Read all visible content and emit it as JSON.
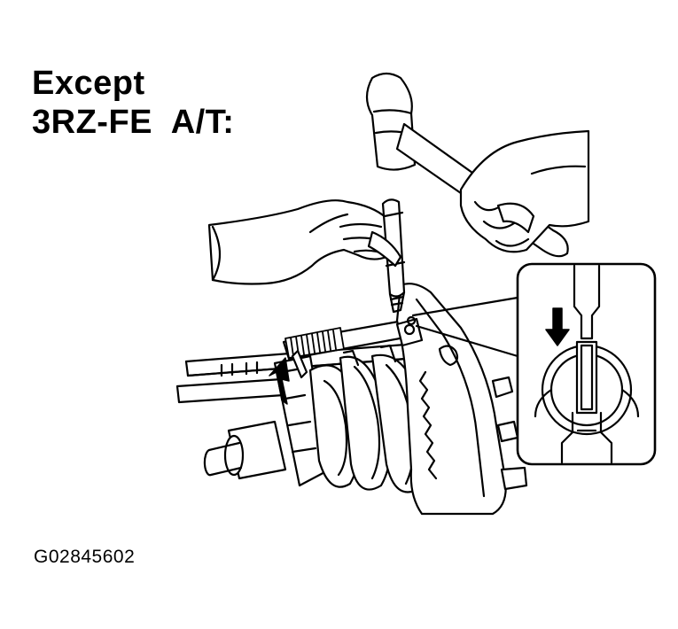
{
  "heading": {
    "line1": "Except",
    "line2": "3RZ-FE  A/T:"
  },
  "figure_id": "G02845602",
  "colors": {
    "ink": "#000000",
    "paper": "#ffffff"
  },
  "icons": {
    "hammer": "hammer-icon",
    "punch": "pin-punch-icon",
    "arrow_down": "arrow-down-icon",
    "arrow_up": "arrow-up-icon"
  }
}
